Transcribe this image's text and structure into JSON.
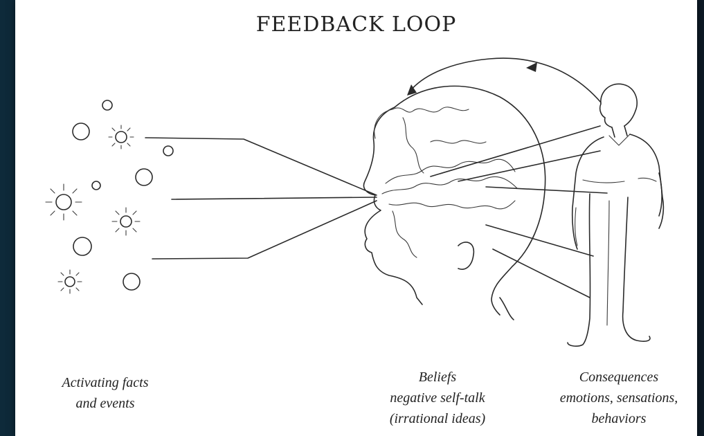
{
  "title": "FEEDBACK LOOP",
  "captions": {
    "activating": [
      "Activating facts",
      "and events"
    ],
    "beliefs": [
      "Beliefs",
      "negative self-talk",
      "(irrational ideas)"
    ],
    "consequences": [
      "Consequences",
      "emotions, sensations,",
      "behaviors"
    ]
  },
  "colors": {
    "page_background": "#ffffff",
    "ink": "#2a2a2a",
    "border_background": "#0f1a24"
  }
}
